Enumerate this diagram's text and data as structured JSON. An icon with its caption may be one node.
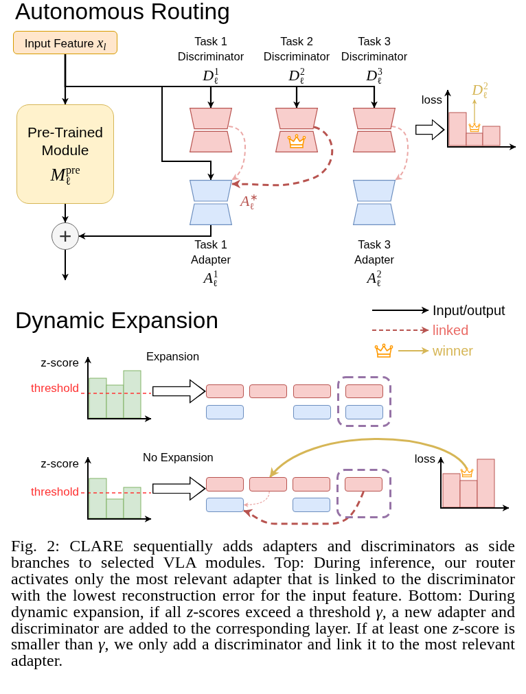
{
  "diagram": {
    "caption": "Fig. 2: CLARE sequentially adds adapters and discriminators as side branches to selected VLA modules. Top: During inference, our router activates only the most relevant adapter that is linked to the discriminator with the lowest reconstruction error for the input feature. Bottom: During dynamic expansion, if all *z*-scores exceed a threshold *γ*, a new adapter and discriminator are added to the corresponding layer. If at least one *z*-score is smaller than *γ*, we only add a discriminator and link it to the most relevant adapter.",
    "nodes": [
      {
        "text": [
          "Input Feature *x*$_{l}$"
        ]
      },
      {
        "text": [
          "Pre-Trained Module",
          "*M*$_{ℓ}$$^{pre}$"
        ]
      },
      {
        "text": [],
        "shape": "hourglass",
        "beside": [
          "Task 1 Discriminator",
          "*D*$_{ℓ}$$^{1}$"
        ]
      },
      {
        "text": [],
        "shape": "hourglass",
        "beside": [
          "Task 2 Discriminator",
          "*D*$_{ℓ}$$^{2}$"
        ]
      },
      {
        "text": [],
        "shape": "hourglass",
        "beside": [
          "Task 3 Discriminator",
          "*D*$_{ℓ}$$^{3}$"
        ]
      },
      {
        "text": [],
        "shape": "hourglass",
        "beside": [
          "Task 1 Adapter",
          "*A*$_{ℓ}$$^{1}$"
        ]
      },
      {
        "text": [],
        "shape": "hourglass",
        "beside": [
          "Task 3 Adapter",
          "*A*$_{ℓ}$$^{2}$"
        ]
      },
      {
        "text": [
          "+"
        ]
      },
      {
        "text": [
          "loss"
        ]
      },
      {
        "text": [
          "*D*$_{ℓ}$$^{2}$"
        ],
        "in": 8
      },
      {
        "text": [],
        "shape": "picture",
        "in": 8
      },
      {
        "text": [
          "z-score",
          "threshold"
        ]
      },
      {
        "text": [],
        "shape": "box"
      },
      {
        "text": [],
        "shape": "box"
      },
      {
        "text": [],
        "shape": "box"
      },
      {
        "text": [],
        "shape": "box"
      },
      {
        "text": [],
        "shape": "box",
        "in": 15
      },
      {
        "text": [],
        "shape": "box"
      },
      {
        "text": [],
        "shape": "box"
      },
      {
        "text": [],
        "shape": "box",
        "in": 15
      },
      {
        "text": [
          "z-score",
          "threshold"
        ]
      },
      {
        "text": [],
        "shape": "box"
      },
      {
        "text": [],
        "shape": "box"
      },
      {
        "text": [],
        "shape": "box"
      },
      {
        "text": [],
        "shape": "box"
      },
      {
        "text": [],
        "shape": "box",
        "in": 24
      },
      {
        "text": [],
        "shape": "box"
      },
      {
        "text": [],
        "shape": "box"
      },
      {
        "text": [
          "loss"
        ]
      },
      {
        "text": [],
        "shape": "picture",
        "in": 28
      }
    ],
    "edges": [
      {
        "from": 0,
        "to": 1,
        "arrow": "to"
      },
      {
        "from": 0,
        "to": 2,
        "arrow": "to"
      },
      {
        "from": 0,
        "to": 3,
        "arrow": "to"
      },
      {
        "from": 0,
        "to": 4,
        "arrow": "to"
      },
      {
        "from": 0,
        "to": 5,
        "arrow": "to"
      },
      {
        "from": 1,
        "to": 7,
        "arrow": "to"
      },
      {
        "from": 5,
        "to": 7,
        "arrow": "to"
      },
      {
        "from": 7,
        "to": null,
        "arrow": "to"
      },
      {
        "from": 2,
        "to": 5,
        "arrow": "to",
        "style": "dashed",
        "color": "#eba8a6"
      },
      {
        "from": 3,
        "to": 5,
        "arrow": "to",
        "label": "*A*$_{ℓ}$$^{∗}$",
        "style": "dashed",
        "color": "#b85450"
      },
      {
        "from": 4,
        "to": 6,
        "arrow": "to",
        "style": "dashed",
        "color": "#eba8a6"
      },
      {
        "from": null,
        "to": 8,
        "arrow": "to",
        "style": "thick"
      },
      {
        "from": 10,
        "to": 9,
        "arrow": "to",
        "color": "#d6b656"
      },
      {
        "from": 11,
        "to": 12,
        "arrow": "to",
        "style": "thick"
      },
      {
        "from": 20,
        "to": 21,
        "arrow": "to",
        "style": "thick"
      },
      {
        "from": 29,
        "to": 22,
        "arrow": "to",
        "color": "#d6b656"
      },
      {
        "from": 22,
        "to": 26,
        "arrow": "to",
        "style": "dashed",
        "color": "#eba8a6"
      },
      {
        "from": 25,
        "to": 26,
        "arrow": "to",
        "style": "dashed",
        "color": "#b85450"
      }
    ],
    "labels": [
      "Autonomous Routing",
      "Dynamic Expansion",
      "Expansion",
      "No Expansion"
    ],
    "legend": [
      {
        "text": "Input/output"
      },
      {
        "text": "linked"
      },
      {
        "text": "winner"
      }
    ]
  }
}
